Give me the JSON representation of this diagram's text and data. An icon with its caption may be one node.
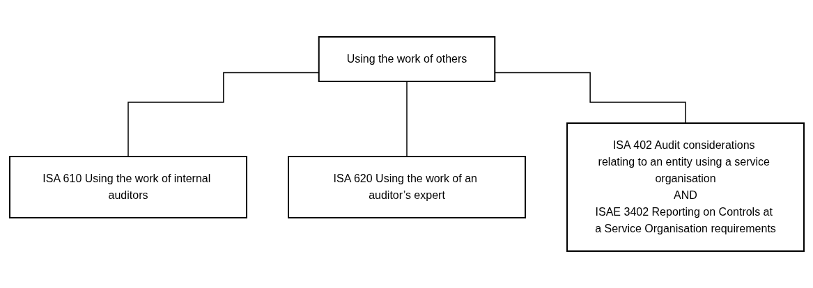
{
  "diagram": {
    "nodes": [
      {
        "text": [
          "Using the work of others"
        ]
      },
      {
        "text": [
          "ISA 610 Using the work of internal auditors"
        ]
      },
      {
        "text": [
          "ISA 620 Using the work of an auditor’s expert"
        ]
      },
      {
        "text": [
          "ISA 402 Audit considerations relating to an entity using a service organisation",
          "AND",
          "ISAE 3402 Reporting on Controls at a Service Organisation requirements"
        ]
      }
    ],
    "edges": [
      {
        "from": 0,
        "to": 1,
        "arrow": "none"
      },
      {
        "from": 0,
        "to": 2,
        "arrow": "none"
      },
      {
        "from": 0,
        "to": 3,
        "arrow": "none"
      }
    ]
  }
}
